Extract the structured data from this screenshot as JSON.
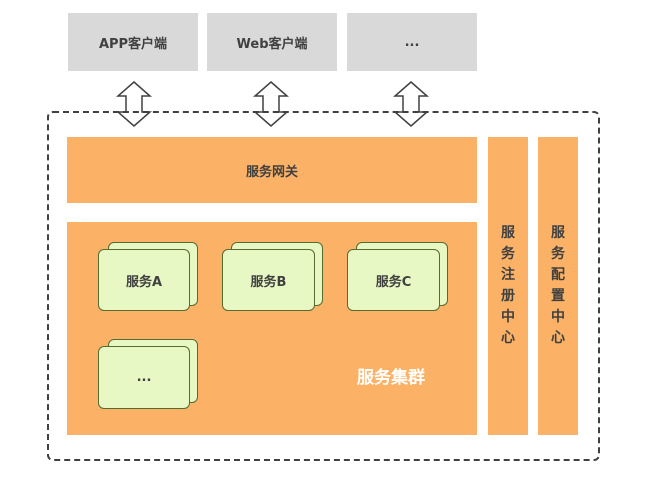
{
  "clients": [
    {
      "label": "APP客户端"
    },
    {
      "label": "Web客户端"
    },
    {
      "label": "..."
    }
  ],
  "gateway": {
    "label": "服务网关"
  },
  "services": [
    {
      "label": "服务A"
    },
    {
      "label": "服务B"
    },
    {
      "label": "服务C"
    },
    {
      "label": "..."
    }
  ],
  "cluster": {
    "label": "服务集群"
  },
  "registry": {
    "label": "服务注册中心"
  },
  "config": {
    "label": "服务配置中心"
  },
  "colors": {
    "client_box": "#d9d9d9",
    "orange": "#fbb267",
    "service_card": "#e8f8c4",
    "frame": "#404040"
  }
}
